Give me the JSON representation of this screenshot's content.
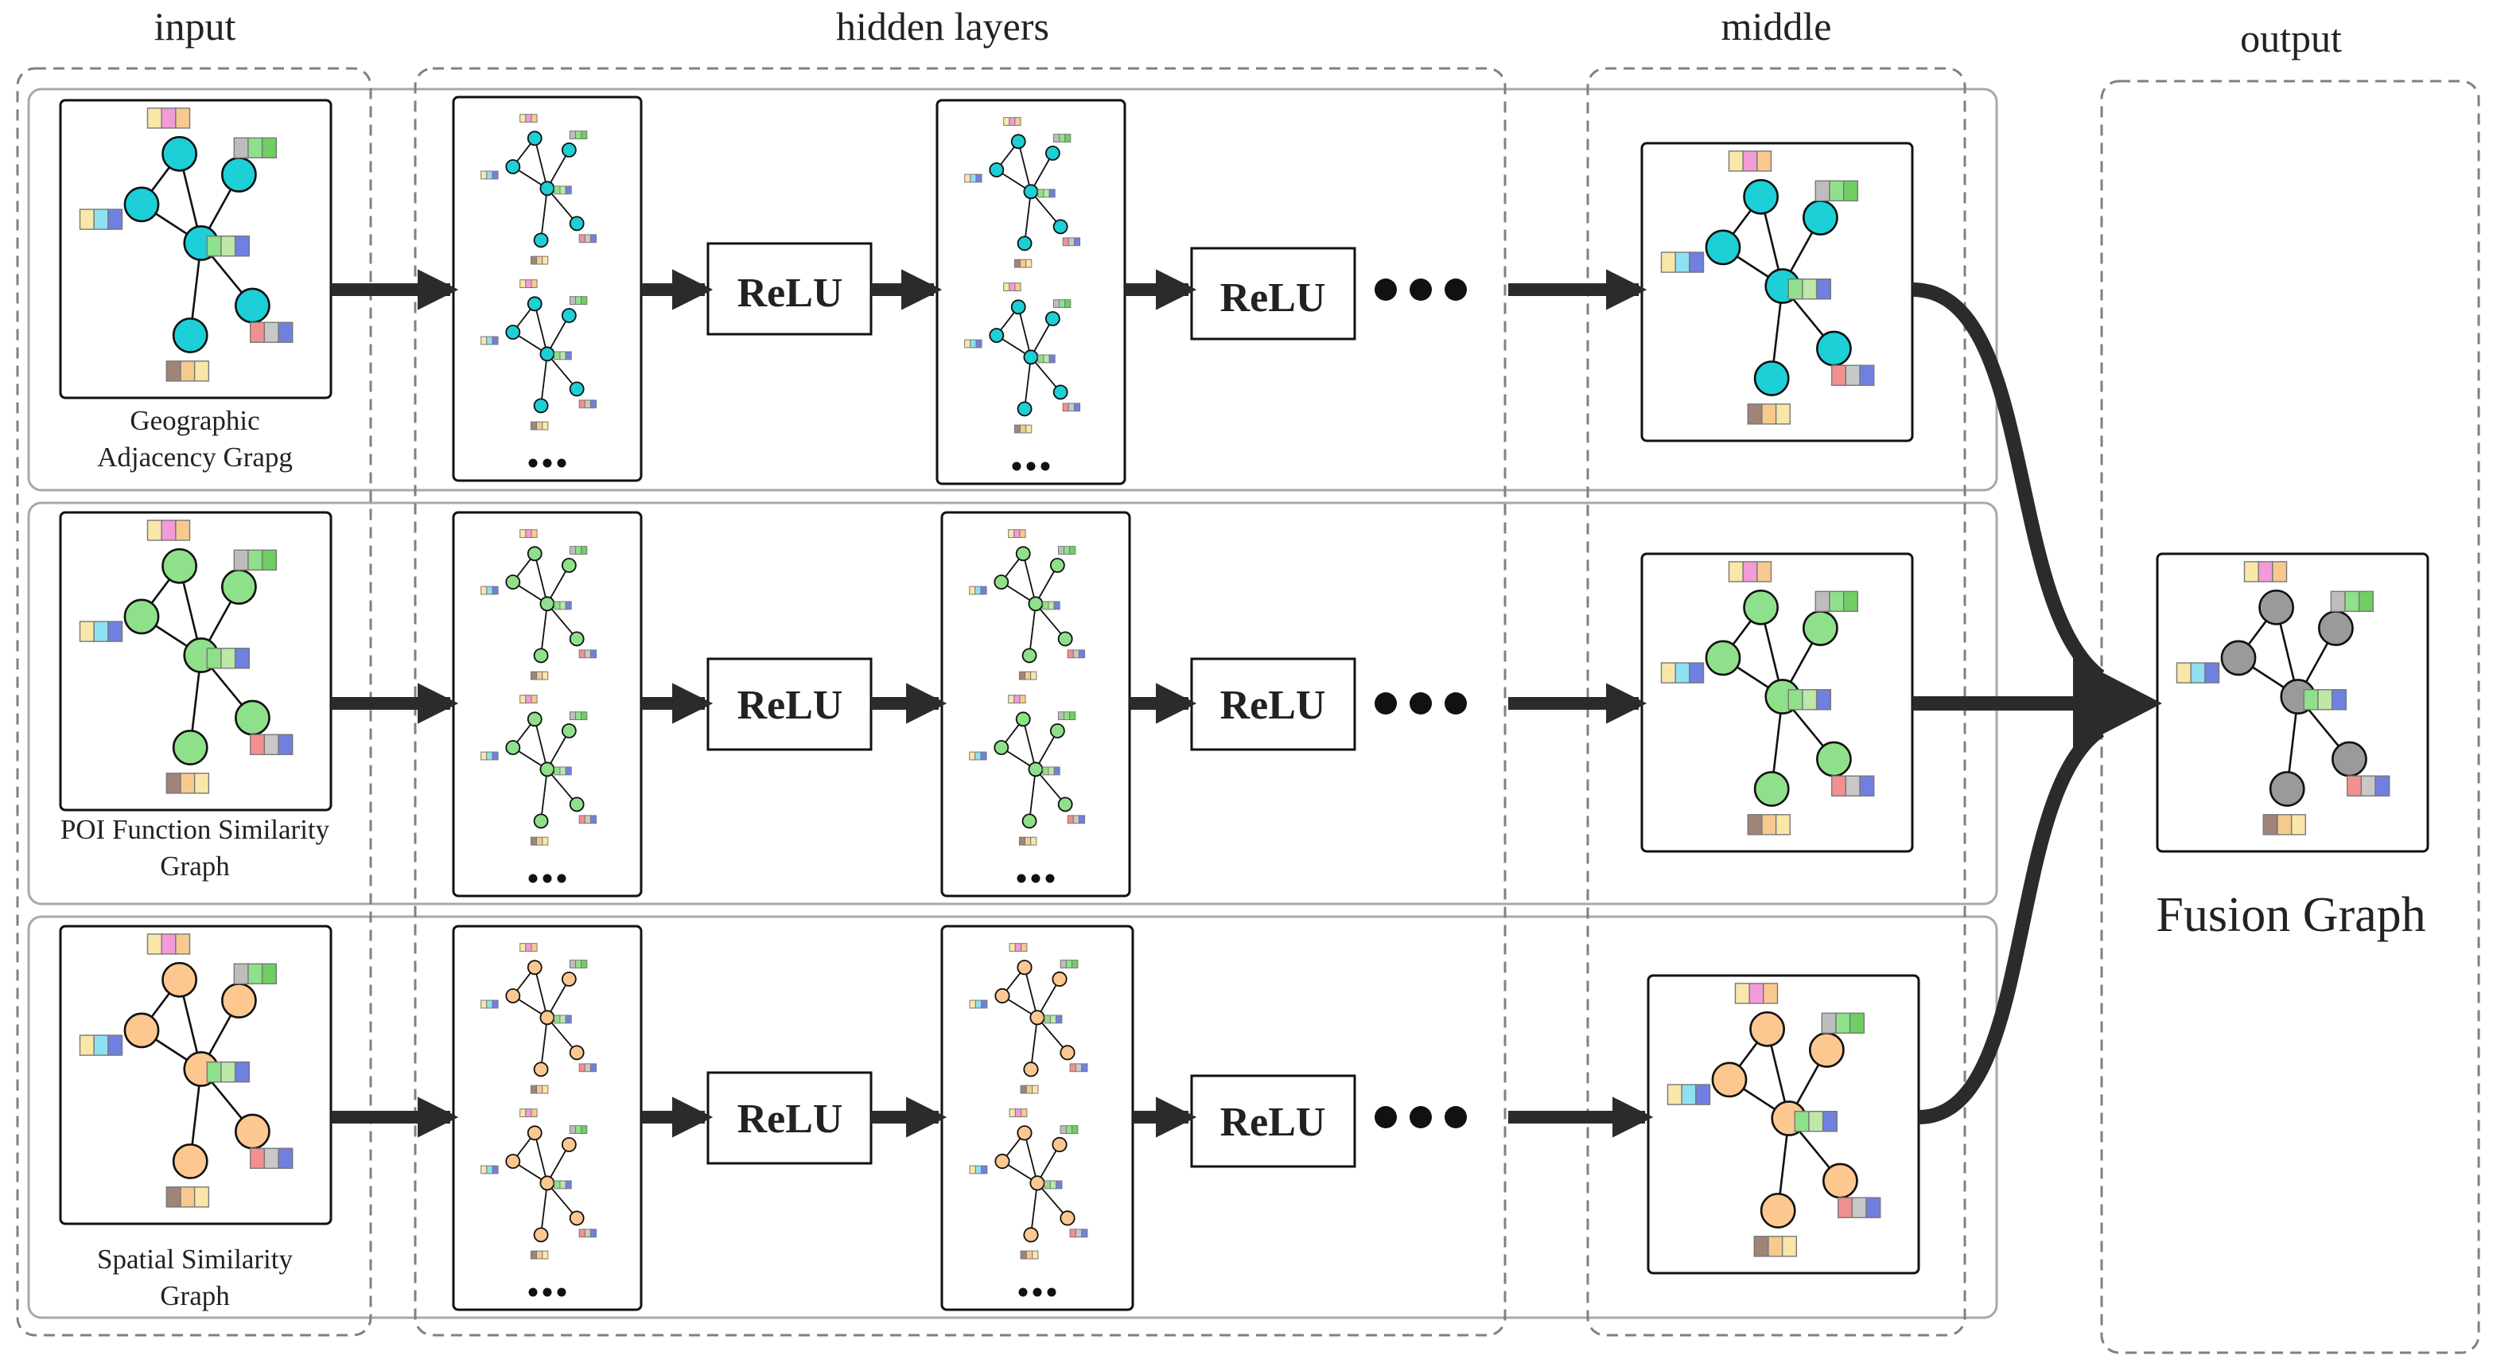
{
  "columns": {
    "input": "input",
    "hidden": "hidden layers",
    "middle": "middle",
    "output": "output"
  },
  "rows": [
    {
      "caption_line1": "Geographic",
      "caption_line2": "Adjacency Grapg",
      "node_color": "#1dcfd6",
      "relu_labels": [
        "ReLU",
        "ReLU"
      ]
    },
    {
      "caption_line1": "POI Function Similarity",
      "caption_line2": "Graph",
      "node_color": "#8fe08a",
      "relu_labels": [
        "ReLU",
        "ReLU"
      ]
    },
    {
      "caption_line1": "Spatial Similarity",
      "caption_line2": "Graph",
      "node_color": "#fdc890",
      "relu_labels": [
        "ReLU",
        "ReLU"
      ]
    }
  ],
  "fusion": {
    "label": "Fusion Graph",
    "node_color": "#9a9a9a"
  },
  "feature_palettes": [
    [
      "#f8e7a8",
      "#f29bd8",
      "#f8c98f"
    ],
    [
      "#bdbdbd",
      "#8fe08a",
      "#6fcf62"
    ],
    [
      "#f8e7a8",
      "#8fe0f0",
      "#7080e0"
    ],
    [
      "#8fe08a",
      "#bde8a8",
      "#7080e0"
    ],
    [
      "#f29090",
      "#c8c8c8",
      "#7080e0"
    ],
    [
      "#a08478",
      "#f8c98f",
      "#f8e7a8"
    ]
  ],
  "colors": {
    "arrow": "#2b2b2b",
    "dashed_border": "#808080",
    "row_border": "#a8a8a8",
    "box_border": "#111111"
  }
}
